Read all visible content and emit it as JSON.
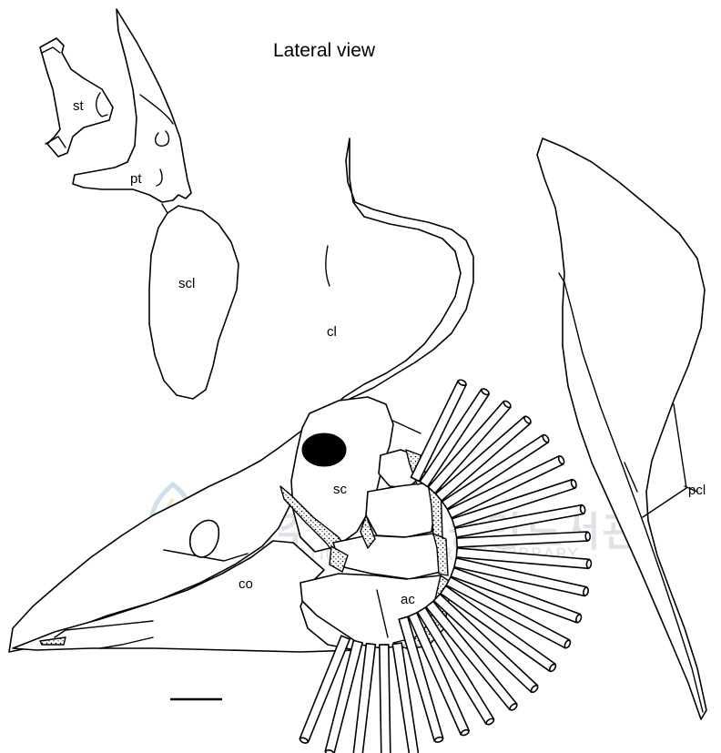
{
  "figure": {
    "title": "Lateral view",
    "labels": {
      "st": "st",
      "pt": "pt",
      "scl": "scl",
      "cl": "cl",
      "sc": "sc",
      "co": "co",
      "ac": "ac",
      "pcl": "pcl"
    },
    "watermark": {
      "korean": "제주대학교 중앙도서관",
      "english": "JEJU NATIONAL UNIVERSITY LIBRARY"
    },
    "scale_bar": {
      "label": ""
    }
  }
}
